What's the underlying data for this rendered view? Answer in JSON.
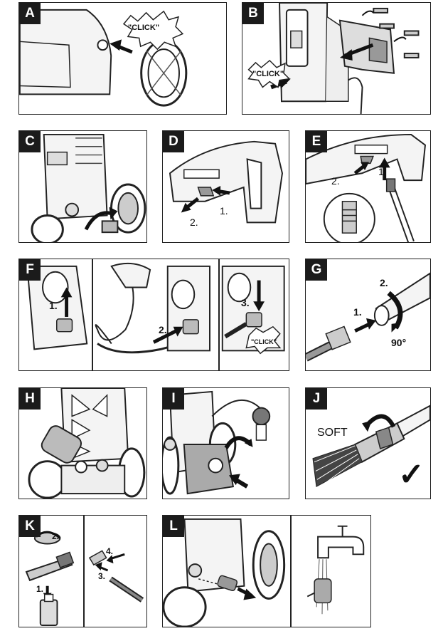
{
  "panels": {
    "a": {
      "letter": "A",
      "click": "\"CLICK\""
    },
    "b": {
      "letter": "B",
      "click": "\"CLICK\""
    },
    "c": {
      "letter": "C"
    },
    "d": {
      "letter": "D",
      "step1": "1.",
      "step2": "2."
    },
    "e": {
      "letter": "E",
      "step1": "1.",
      "step2": "2."
    },
    "f": {
      "letter": "F",
      "step1": "1.",
      "step2": "2.",
      "step3": "3.",
      "click": "\"CLICK\""
    },
    "g": {
      "letter": "G",
      "step1": "1.",
      "step2": "2.",
      "angle": "90°"
    },
    "h": {
      "letter": "H"
    },
    "i": {
      "letter": "I"
    },
    "j": {
      "letter": "J",
      "soft": "SOFT",
      "check": "✓"
    },
    "k": {
      "letter": "K",
      "step1": "1.",
      "step2": "2.",
      "step3": "3.",
      "step4": "4."
    },
    "l": {
      "letter": "L"
    }
  }
}
